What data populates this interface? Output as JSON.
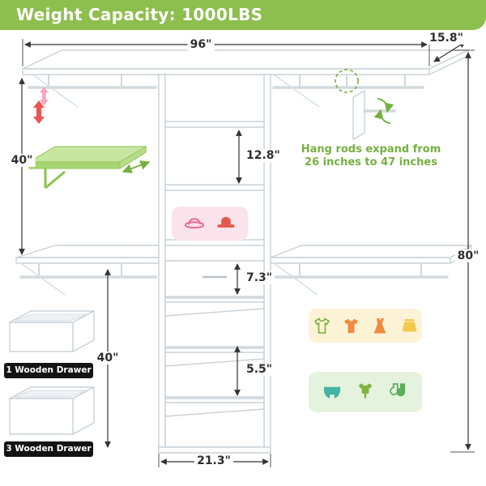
{
  "banner": {
    "text": "Weight Capacity: 1000LBS"
  },
  "dimensions": {
    "top_width": "96\"",
    "top_depth": "15.8\"",
    "upper_left_height": "40\"",
    "shelf_spacing": "12.8\"",
    "total_height": "80\"",
    "drawer_front_height": "7.3\"",
    "lower_left_height": "40\"",
    "drawer_spacing": "5.5\"",
    "tower_width": "21.3\""
  },
  "annotation": {
    "line1": "Hang rods expand from",
    "line2": "26 inches to 47 inches"
  },
  "callouts": {
    "drawer_single": "1 Wooden Drawer",
    "drawer_triple": "3 Wooden Drawer"
  },
  "colors": {
    "banner_green": "#8DBF4E",
    "annotation_green": "#76B041",
    "badge_pink_bg": "#FAE3EA",
    "badge_yellow_bg": "#FCF2D6",
    "badge_green_bg": "#E5F2DD",
    "line_gray": "#C9D2D8",
    "dimension_text": "#2E2E2E",
    "callout_bg": "#141414"
  },
  "icons": {
    "pink_badge": [
      "sun-hat-icon",
      "fedora-hat-icon"
    ],
    "yellow_badge": [
      "shirt-outline-icon",
      "shirt-filled-icon",
      "dress-icon",
      "skirt-icon"
    ],
    "green_badge": [
      "diaper-icon",
      "onesie-icon",
      "socks-icon"
    ],
    "rod_expand": "rotate-expand-icon",
    "shelf_adjust": "up-down-arrow-icon"
  }
}
